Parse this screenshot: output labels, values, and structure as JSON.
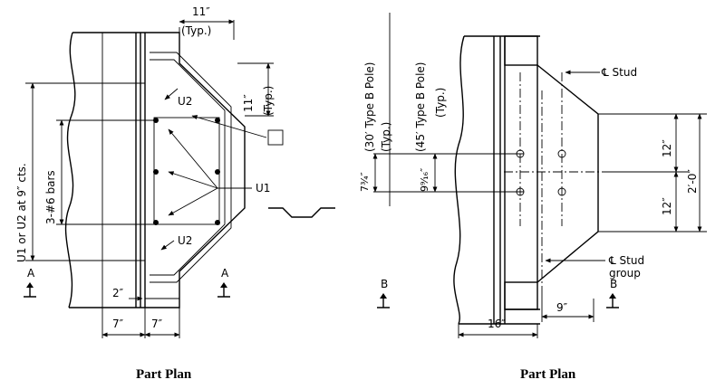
{
  "left": {
    "dim_typ_top": "11″",
    "dim_typ_top_note": "(Typ.)",
    "dim_typ_right": "11″",
    "dim_typ_right_note": "(Typ.)",
    "u1_or_u2": "U1 or U2 at 9″ cts.",
    "bars": "3-#6 bars",
    "u2_upper": "U2",
    "u2_lower": "U2",
    "u1": "U1",
    "dim_2": "2″",
    "dim_7a": "7″",
    "dim_7b": "7″",
    "section_a": "A",
    "caption": "Part Plan"
  },
  "right": {
    "pole30": "(30′ Type B Pole)",
    "pole30_note": "(Typ.)",
    "pole45": "(45′ Type B Pole)",
    "pole45_note": "(Typ.)",
    "stud": "℄ Stud",
    "stud_group_1": "℄ Stud",
    "stud_group_2": "group",
    "dim_12a": "12″",
    "dim_12b": "12″",
    "dim_2ft": "2′-0″",
    "dim_734": "7¾″",
    "dim_9916": "9⁹⁄₁₆″",
    "dim_16": "16″",
    "dim_9": "9″",
    "section_b": "B",
    "caption": "Part Plan"
  }
}
